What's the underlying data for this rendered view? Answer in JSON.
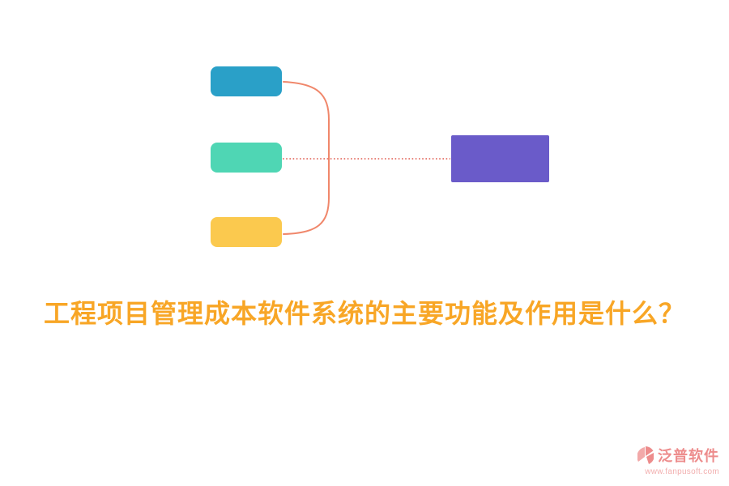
{
  "diagram": {
    "nodes": {
      "branch_top": {
        "color": "#2AA0C8"
      },
      "branch_middle": {
        "color": "#4FD6B4"
      },
      "branch_bottom": {
        "color": "#FBC94E"
      },
      "root": {
        "color": "#6A5BC9"
      }
    },
    "connector_color": "#F0876B",
    "dotted_connector_color": "#E05A4E"
  },
  "title": {
    "text": "工程项目管理成本软件系统的主要功能及作用是什么？",
    "color": "#F8A626"
  },
  "footer": {
    "brand": "泛普软件",
    "url": "www.fanpusoft.com",
    "brand_color": "#ED8C8C",
    "url_color": "#F2AFAF",
    "logo_color": "#ED8C8C"
  }
}
